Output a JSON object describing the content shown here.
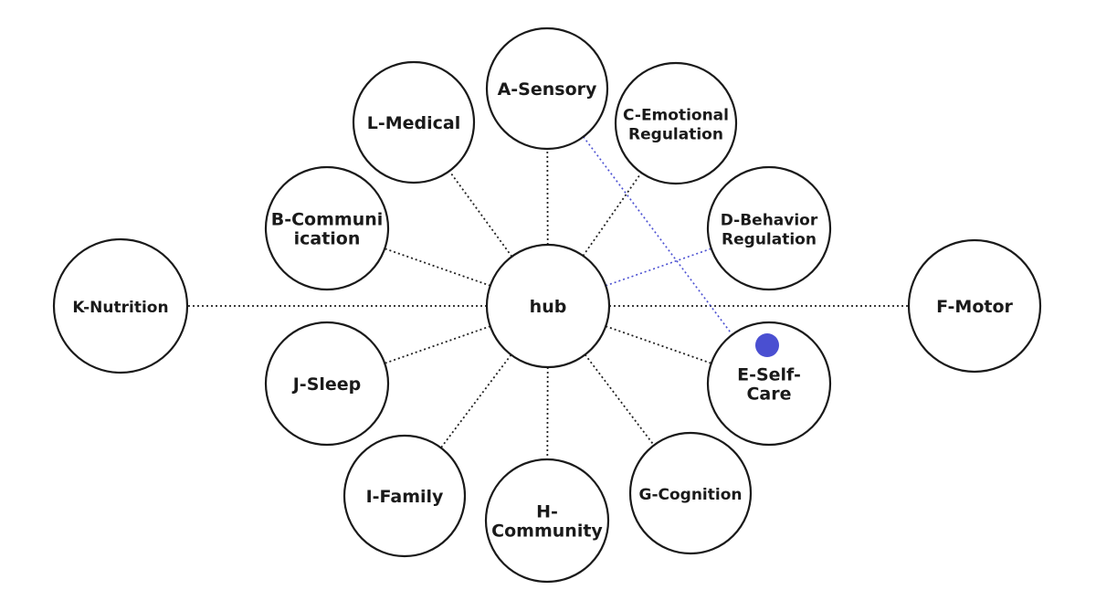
{
  "diagram": {
    "hub": {
      "id": "hub",
      "label": [
        "hub"
      ]
    },
    "nodes": [
      {
        "id": "A",
        "label": [
          "A-Sensory"
        ]
      },
      {
        "id": "B",
        "label": [
          "B-Communi",
          "ication"
        ]
      },
      {
        "id": "C",
        "label": [
          "C-Emotional",
          "Regulation"
        ]
      },
      {
        "id": "D",
        "label": [
          "D-Behavior",
          "Regulation"
        ]
      },
      {
        "id": "E",
        "label": [
          "E-Self-",
          "Care"
        ]
      },
      {
        "id": "F",
        "label": [
          "F-Motor"
        ]
      },
      {
        "id": "G",
        "label": [
          "G-Cognition"
        ]
      },
      {
        "id": "H",
        "label": [
          "H-",
          "Community"
        ]
      },
      {
        "id": "I",
        "label": [
          "I-Family"
        ]
      },
      {
        "id": "J",
        "label": [
          "J-Sleep"
        ]
      },
      {
        "id": "K",
        "label": [
          "K-Nutrition"
        ]
      },
      {
        "id": "L",
        "label": [
          "L-Medical"
        ]
      }
    ],
    "edges": [
      {
        "from": "hub",
        "to": "A"
      },
      {
        "from": "hub",
        "to": "B"
      },
      {
        "from": "hub",
        "to": "C"
      },
      {
        "from": "hub",
        "to": "D",
        "highlight": true
      },
      {
        "from": "hub",
        "to": "E"
      },
      {
        "from": "hub",
        "to": "F"
      },
      {
        "from": "hub",
        "to": "G"
      },
      {
        "from": "hub",
        "to": "H"
      },
      {
        "from": "hub",
        "to": "I"
      },
      {
        "from": "hub",
        "to": "J"
      },
      {
        "from": "hub",
        "to": "K"
      },
      {
        "from": "hub",
        "to": "L"
      },
      {
        "from": "A",
        "to": "E",
        "highlight": true
      }
    ],
    "colors": {
      "highlight_edge": "#4a4fd1",
      "marker": "#4a4fd1",
      "edge": "#222222",
      "node_stroke": "#1a1a1a"
    },
    "marker": {
      "node": "E",
      "icon": "filled-dot-icon"
    }
  }
}
